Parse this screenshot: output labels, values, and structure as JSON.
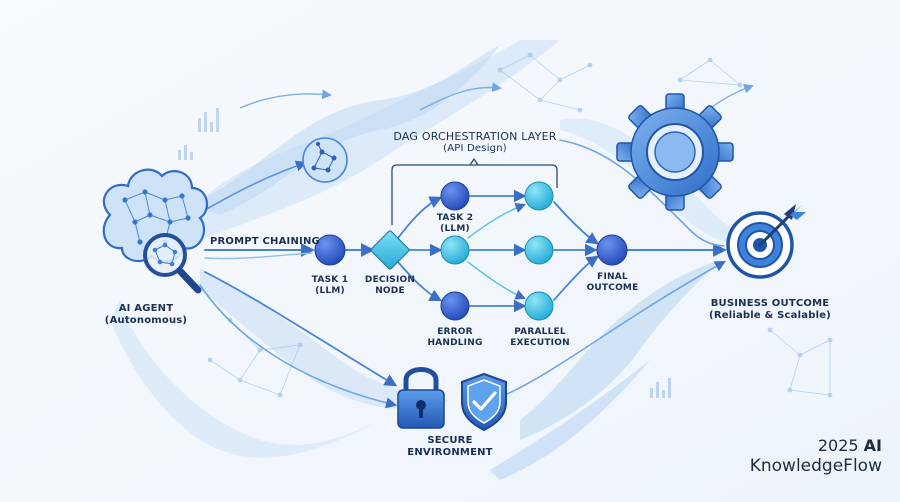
{
  "labels": {
    "orchestration_title": "DAG ORCHESTRATION LAYER",
    "orchestration_subtitle": "(API Design)",
    "prompt_chaining": "PROMPT CHAINING",
    "agent": [
      "AI AGENT",
      "(Autonomous)"
    ],
    "task1": [
      "TASK 1",
      "(LLM)"
    ],
    "decision": [
      "DECISION",
      "NODE"
    ],
    "task2": [
      "TASK 2",
      "(LLM)"
    ],
    "error": [
      "ERROR",
      "HANDLING"
    ],
    "parallel": [
      "PARALLEL",
      "EXECUTION"
    ],
    "final": [
      "FINAL",
      "OUTCOME"
    ],
    "business": [
      "BUSINESS OUTCOME",
      "(Reliable & Scalable)"
    ],
    "secure": [
      "SECURE",
      "ENVIRONMENT"
    ]
  },
  "branding": {
    "year": "2025",
    "tag": "AI",
    "name": "KnowledgeFlow"
  },
  "icons": [
    "brain-icon",
    "magnifier-icon",
    "gear-icon",
    "target-icon",
    "arrow-icon",
    "lock-icon",
    "shield-check-icon",
    "network-icon"
  ],
  "colors": {
    "navy": "#1b2f52",
    "node_dark": "#2f5fd0",
    "node_light": "#3cc5e6",
    "accent_blue": "#4a8fe0",
    "wave": "#bcd8f4",
    "background": "#f4f8fd"
  }
}
